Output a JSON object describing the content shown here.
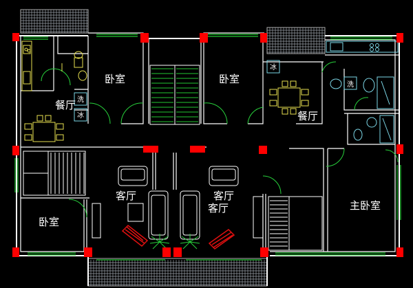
{
  "rooms": {
    "bedroom_upper_left": "卧室",
    "bedroom_upper_right": "卧室",
    "dining_left": "餐厅",
    "dining_right": "餐厅",
    "living_left": "客厅",
    "living_right_a": "客厅",
    "living_right_b": "客厅",
    "bedroom_lower_left": "卧室",
    "master_bedroom": "主卧室"
  },
  "fixture_labels": {
    "wash_left": "洗",
    "fridge_left": "冰",
    "fridge_right": "冰",
    "wash_right": "洗"
  },
  "colors": {
    "background": "#000000",
    "wall": "#ffffff",
    "window": "#22c832",
    "column": "#ff0000",
    "furniture": "#e8e050",
    "fixture": "#7dd8e8",
    "lounge_chair": "#e01010"
  }
}
